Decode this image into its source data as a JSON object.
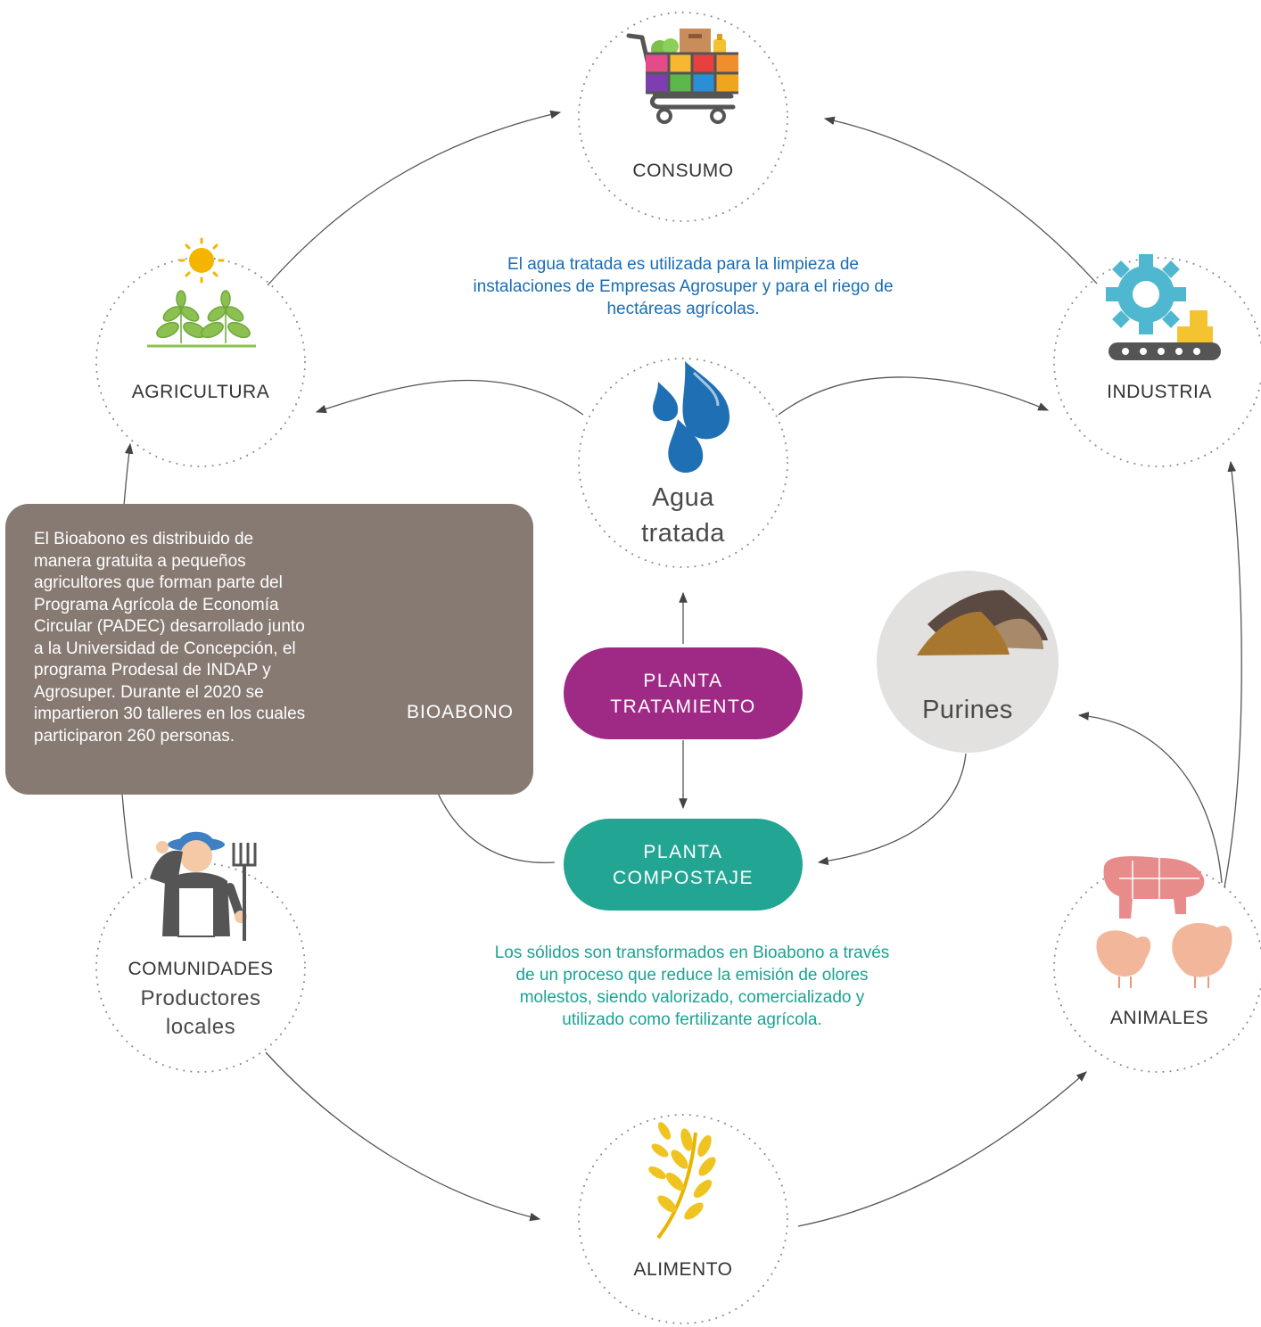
{
  "colors": {
    "water_blue": "#1a6db5",
    "compost_green": "#1aa392",
    "treatment_pill": "#9e2a86",
    "compost_pill": "#22a593",
    "bioabono_box": "#877a73",
    "arrow": "#555555",
    "dotted_circle": "#9a9a9a",
    "purines_circle": "#e2e1e0"
  },
  "nodes": {
    "consumo": {
      "label": "CONSUMO",
      "icon": "shopping-cart-icon"
    },
    "agricultura": {
      "label": "AGRICULTURA",
      "icon": "sun-plants-icon"
    },
    "industria": {
      "label": "INDUSTRIA",
      "icon": "gear-conveyor-icon"
    },
    "agua": {
      "line1": "Agua",
      "line2": "tratada",
      "icon": "water-drops-icon"
    },
    "purines": {
      "label": "Purines",
      "icon": "manure-pile-icon"
    },
    "comunidades": {
      "label": "COMUNIDADES",
      "sub1": "Productores",
      "sub2": "locales",
      "icon": "farmer-icon"
    },
    "animales": {
      "label": "ANIMALES",
      "icon": "livestock-icon"
    },
    "alimento": {
      "label": "ALIMENTO",
      "icon": "wheat-icon"
    }
  },
  "pills": {
    "tratamiento": {
      "line1": "PLANTA",
      "line2": "TRATAMIENTO"
    },
    "compostaje": {
      "line1": "PLANTA",
      "line2": "COMPOSTAJE"
    }
  },
  "captions": {
    "water": [
      "El agua tratada es utilizada para la limpieza de",
      "instalaciones de Empresas Agrosuper y para el riego de",
      "hectáreas agrícolas."
    ],
    "compost": [
      "Los sólidos son transformados en Bioabono a través",
      "de un proceso que reduce la emisión de olores",
      "molestos, siendo valorizado, comercializado y",
      "utilizado como fertilizante agrícola."
    ]
  },
  "bioabono": {
    "label": "BIOABONO",
    "icon": "fertilizer-sack-icon",
    "lines": [
      "El Bioabono es distribuido de",
      "manera gratuita a pequeños",
      "agricultores que forman parte del",
      "Programa Agrícola de Economía",
      "Circular (PADEC) desarrollado junto",
      "a la Universidad de Concepción, el",
      "programa Prodesal de INDAP y",
      "Agrosuper. Durante el 2020 se",
      "impartieron 30 talleres en los cuales",
      "participaron 260 personas."
    ]
  }
}
